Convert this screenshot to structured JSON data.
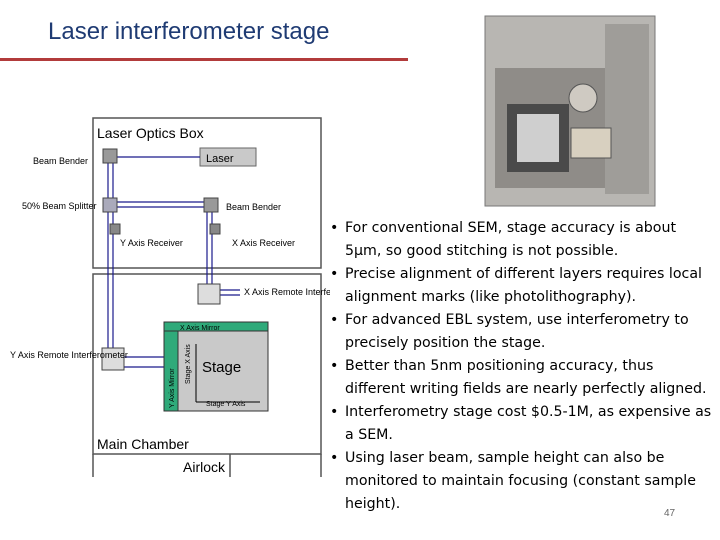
{
  "title": "Laser interferometer stage",
  "diagram": {
    "laser_optics_box": "Laser Optics Box",
    "laser": "Laser",
    "beam_bender_left": "Beam Bender",
    "beam_splitter": "50% Beam Splitter",
    "beam_bender_right": "Beam Bender",
    "y_axis_receiver": "Y Axis Receiver",
    "x_axis_receiver": "X Axis Receiver",
    "x_axis_remote_interferometer": "X Axis Remote Interferometer",
    "y_axis_remote_interferometer": "Y Axis Remote Interferometer",
    "x_axis_mirror": "X Axis Mirror",
    "y_axis_mirror": "Y Axis Mirror",
    "stage": "Stage",
    "stage_x_axis": "Stage X Axis",
    "stage_y_axis": "Stage Y Axis",
    "main_chamber": "Main Chamber",
    "airlock": "Airlock"
  },
  "bullets": [
    "For conventional SEM, stage accuracy is about 5μm, so good stitching is not possible.",
    "Precise alignment of different layers requires local alignment marks (like photolithography).",
    "For advanced EBL system, use interferometry to precisely position the stage.",
    "Better than 5nm positioning accuracy, thus different writing fields are nearly perfectly aligned.",
    "Interferometry stage cost $0.5-1M, as expensive as a SEM.",
    "Using laser beam, sample height can also be monitored to maintain focusing (constant sample height)."
  ],
  "page_number": "47",
  "colors": {
    "title": "#1f3b73",
    "rule": "#b23b3b",
    "mirror_green": "#2faa7a",
    "beam_blue": "#1a1a8c"
  }
}
